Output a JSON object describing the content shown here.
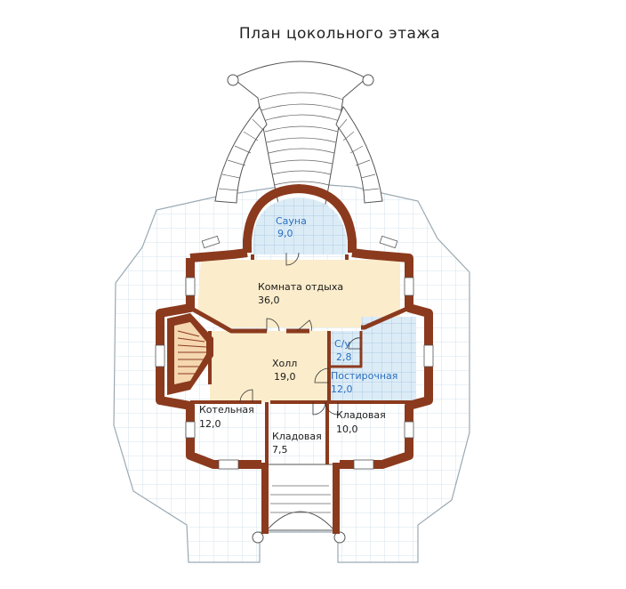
{
  "title": "План цокольного этажа",
  "rooms": {
    "sauna": {
      "name": "Сауна",
      "area": "9,0"
    },
    "lounge": {
      "name": "Комната отдыха",
      "area": "36,0"
    },
    "hall": {
      "name": "Холл",
      "area": "19,0"
    },
    "wc": {
      "name": "С/у",
      "area": "2,8"
    },
    "laundry": {
      "name": "Постирочная",
      "area": "12,0"
    },
    "boiler": {
      "name": "Котельная",
      "area": "12,0"
    },
    "pantry_small": {
      "name": "Кладовая",
      "area": "7,5"
    },
    "pantry_large": {
      "name": "Кладовая",
      "area": "10,0"
    }
  },
  "colors": {
    "wall": "#8b3a1e",
    "lounge_floor": "#fbeccb",
    "hall_floor": "#fbeccb",
    "tile_floor": "#dcecf7",
    "terrace_grid": "#c9dde8",
    "label_blue": "#2a6fc0"
  }
}
